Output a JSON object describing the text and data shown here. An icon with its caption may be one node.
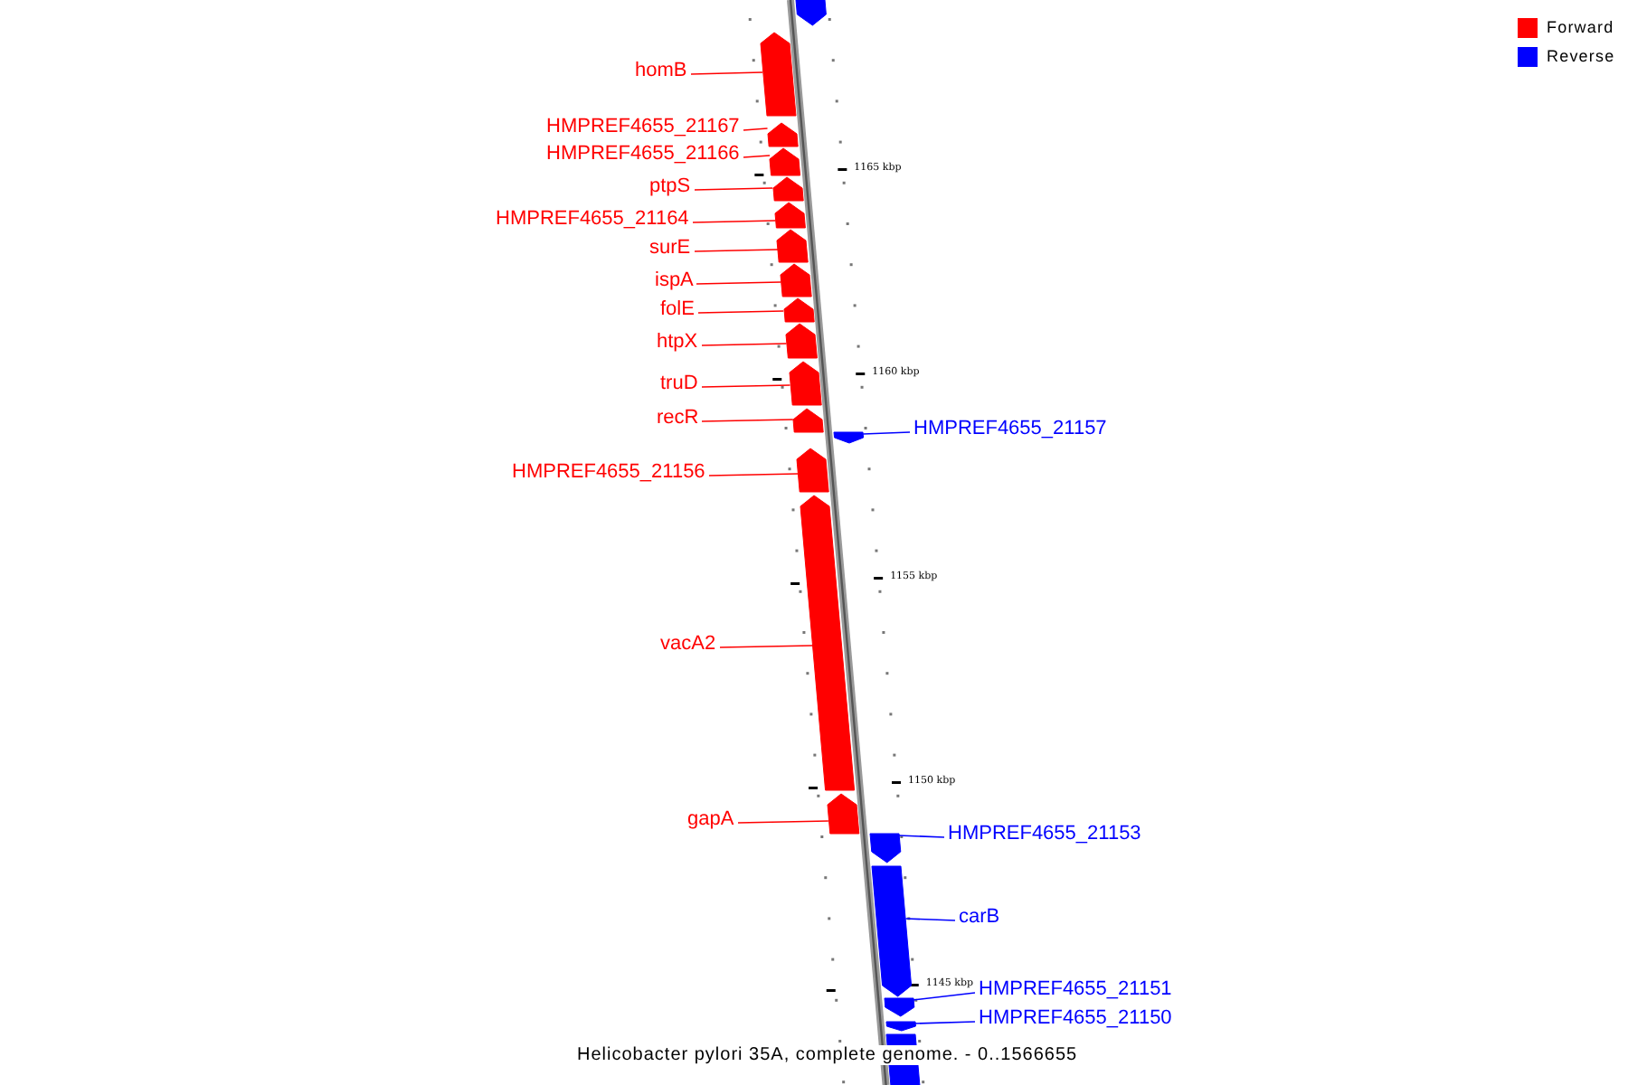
{
  "diagram": {
    "caption": "Helicobacter pylori 35A, complete genome. - 0..1566655",
    "nodes": [
      {
        "text": [],
        "shape": "arrow"
      },
      {
        "text": [
          "homB"
        ]
      },
      {
        "text": [],
        "shape": "arrow"
      },
      {
        "text": [
          "HMPREF4655_21167"
        ]
      },
      {
        "text": [],
        "shape": "arrow"
      },
      {
        "text": [
          "HMPREF4655_21166"
        ]
      },
      {
        "text": [],
        "shape": "arrow"
      },
      {
        "text": [
          "ptpS"
        ]
      },
      {
        "text": [],
        "shape": "arrow"
      },
      {
        "text": [
          "HMPREF4655_21164"
        ]
      },
      {
        "text": [],
        "shape": "arrow"
      },
      {
        "text": [
          "surE"
        ]
      },
      {
        "text": [],
        "shape": "arrow"
      },
      {
        "text": [
          "ispA"
        ]
      },
      {
        "text": [],
        "shape": "arrow"
      },
      {
        "text": [
          "folE"
        ]
      },
      {
        "text": [],
        "shape": "arrow"
      },
      {
        "text": [
          "htpX"
        ]
      },
      {
        "text": [],
        "shape": "arrow"
      },
      {
        "text": [
          "truD"
        ]
      },
      {
        "text": [],
        "shape": "arrow"
      },
      {
        "text": [
          "recR"
        ]
      },
      {
        "text": [],
        "shape": "arrow"
      },
      {
        "text": [
          "HMPREF4655_21157"
        ]
      },
      {
        "text": [],
        "shape": "arrow"
      },
      {
        "text": [
          "HMPREF4655_21156"
        ]
      },
      {
        "text": [],
        "shape": "arrow"
      },
      {
        "text": [
          "vacA2"
        ]
      },
      {
        "text": [],
        "shape": "arrow"
      },
      {
        "text": [
          "gapA"
        ]
      },
      {
        "text": [],
        "shape": "arrow"
      },
      {
        "text": [
          "HMPREF4655_21153"
        ]
      },
      {
        "text": [],
        "shape": "arrow"
      },
      {
        "text": [
          "carB"
        ]
      },
      {
        "text": [],
        "shape": "arrow"
      },
      {
        "text": [
          "HMPREF4655_21151"
        ]
      },
      {
        "text": [],
        "shape": "arrow"
      },
      {
        "text": [
          "HMPREF4655_21150"
        ]
      },
      {
        "text": [],
        "shape": "arrow"
      },
      {
        "text": [],
        "shape": "arrow"
      }
    ],
    "edges": [
      {
        "from": 1,
        "to": 2,
        "arrow": "none"
      },
      {
        "from": 3,
        "to": 4,
        "arrow": "none"
      },
      {
        "from": 5,
        "to": 6,
        "arrow": "none"
      },
      {
        "from": 7,
        "to": 8,
        "arrow": "none"
      },
      {
        "from": 9,
        "to": 10,
        "arrow": "none"
      },
      {
        "from": 11,
        "to": 12,
        "arrow": "none"
      },
      {
        "from": 13,
        "to": 14,
        "arrow": "none"
      },
      {
        "from": 15,
        "to": 16,
        "arrow": "none"
      },
      {
        "from": 17,
        "to": 18,
        "arrow": "none"
      },
      {
        "from": 19,
        "to": 20,
        "arrow": "none"
      },
      {
        "from": 21,
        "to": 22,
        "arrow": "none"
      },
      {
        "from": 23,
        "to": 24,
        "arrow": "none",
        "color": "#0000ff"
      },
      {
        "from": 25,
        "to": 26,
        "arrow": "none"
      },
      {
        "from": 27,
        "to": 28,
        "arrow": "none"
      },
      {
        "from": 29,
        "to": 30,
        "arrow": "none"
      },
      {
        "from": 31,
        "to": 32,
        "arrow": "none",
        "color": "#0000ff"
      },
      {
        "from": 33,
        "to": 34,
        "arrow": "none",
        "color": "#0000ff"
      },
      {
        "from": 35,
        "to": 36,
        "arrow": "none",
        "color": "#0000ff"
      },
      {
        "from": 37,
        "to": 38,
        "arrow": "none",
        "color": "#0000ff"
      }
    ],
    "labels": [
      "1165 kbp",
      "1160 kbp",
      "1155 kbp",
      "1150 kbp",
      "1145 kbp"
    ],
    "legend": [
      {
        "text": "Forward",
        "color": "#ff0000"
      },
      {
        "text": "Reverse",
        "color": "#0000ff"
      }
    ]
  }
}
